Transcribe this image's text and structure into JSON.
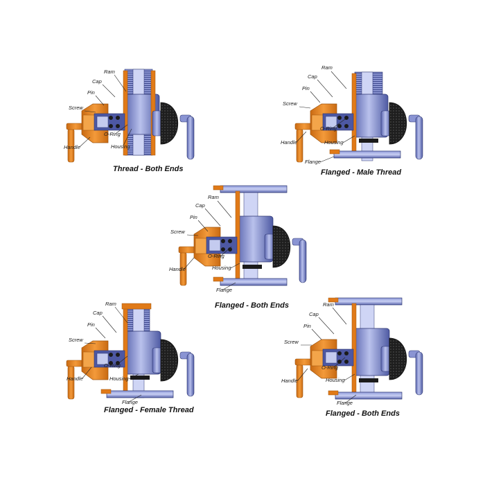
{
  "colors": {
    "orange": "#e8821e",
    "orange_dark": "#b85f10",
    "blue": "#7a86c8",
    "blue_light": "#b9c1ec",
    "blue_dark": "#3f4a8f",
    "black": "#1b1b1b",
    "gray": "#9a9a9a"
  },
  "parts": {
    "ram": "Ram",
    "cap": "Cap",
    "pin": "Pin",
    "screw": "Screw",
    "o_ring": "O-Ring",
    "handle": "Handle",
    "housing": "Housing",
    "flange": "Flange"
  },
  "diagrams": [
    {
      "id": "thread-both-ends",
      "caption": "Thread - Both Ends",
      "variant": "thread",
      "show_flange_label": false
    },
    {
      "id": "flanged-male-thread",
      "caption": "Flanged - Male Thread",
      "variant": "bottom-flange",
      "show_flange_label": true
    },
    {
      "id": "flanged-both-ends-center",
      "caption": "Flanged - Both Ends",
      "variant": "both-flange",
      "show_flange_label": true
    },
    {
      "id": "flanged-female-thread",
      "caption": "Flanged - Female Thread",
      "variant": "female",
      "show_flange_label": true
    },
    {
      "id": "flanged-both-ends-right",
      "caption": "Flanged - Both Ends",
      "variant": "both-flange",
      "show_flange_label": true
    }
  ]
}
